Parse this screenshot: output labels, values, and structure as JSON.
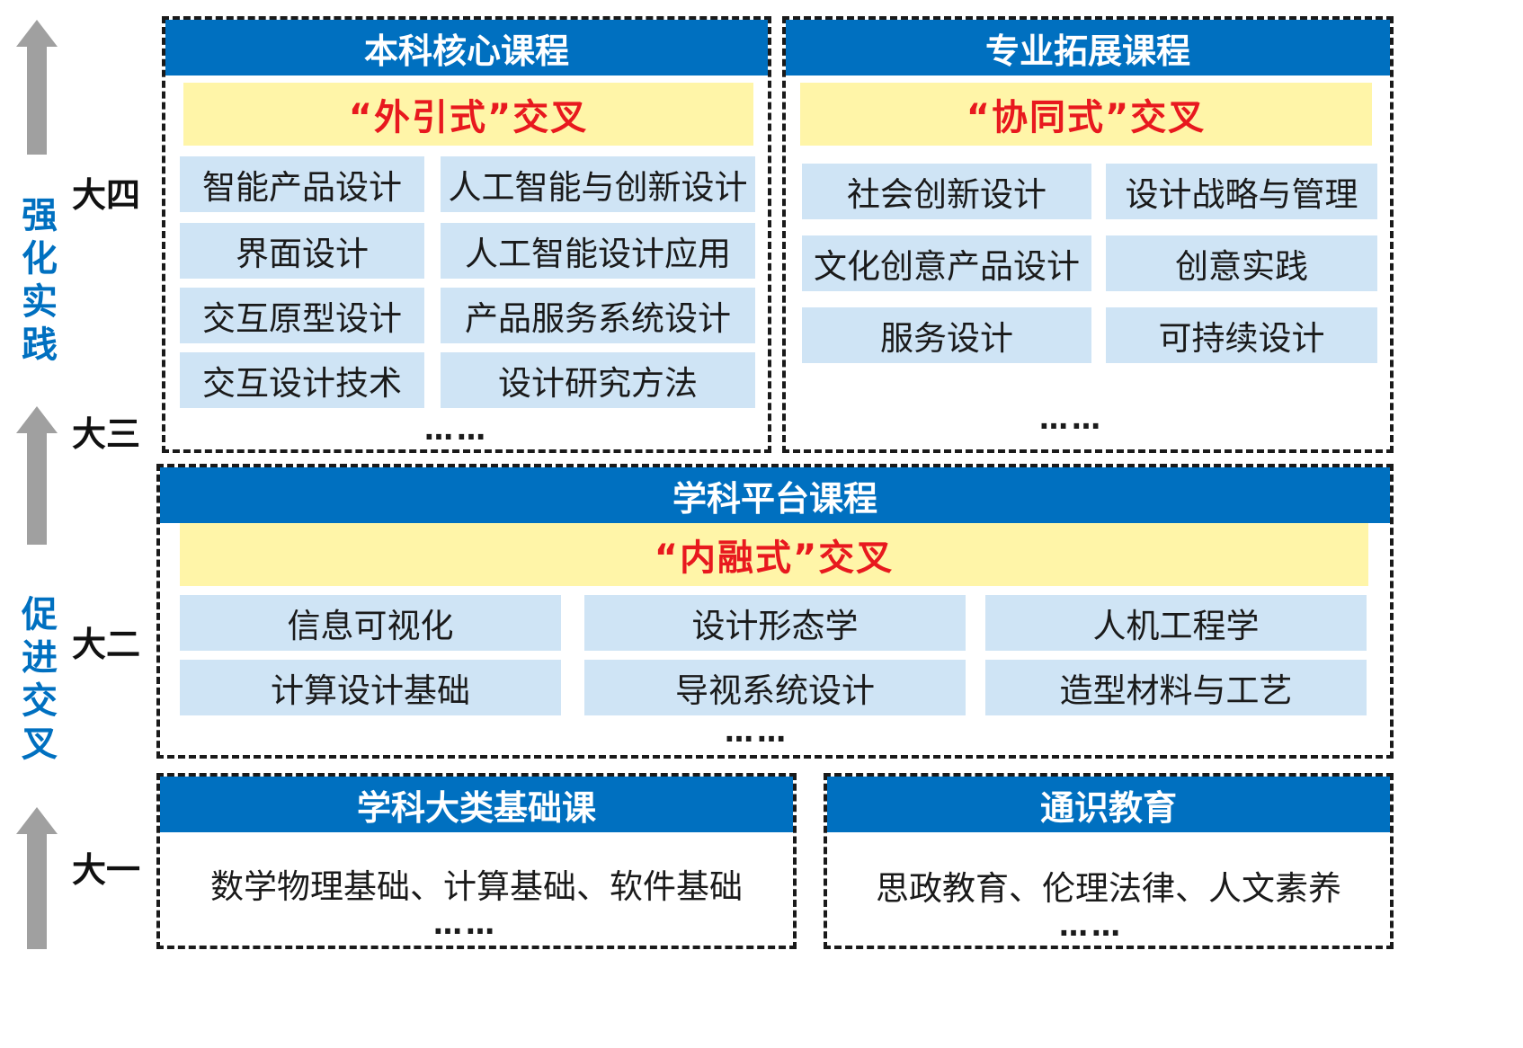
{
  "side": {
    "years": [
      "大四",
      "大三",
      "大二",
      "大一"
    ],
    "phase_top": "强化实践",
    "phase_bottom": "促进交叉",
    "arrow_color": "#a0a0a0"
  },
  "core": {
    "title": "本科核心课程",
    "banner": "“外引式”交叉",
    "items": [
      "智能产品设计",
      "人工智能与创新设计",
      "界面设计",
      "人工智能设计应用",
      "交互原型设计",
      "产品服务系统设计",
      "交互设计技术",
      "设计研究方法"
    ],
    "more": "……"
  },
  "extend": {
    "title": "专业拓展课程",
    "banner": "“协同式”交叉",
    "items": [
      "社会创新设计",
      "设计战略与管理",
      "文化创意产品设计",
      "创意实践",
      "服务设计",
      "可持续设计"
    ],
    "more": "……"
  },
  "platform": {
    "title": "学科平台课程",
    "banner": "“内融式”交叉",
    "items": [
      "信息可视化",
      "设计形态学",
      "人机工程学",
      "计算设计基础",
      "导视系统设计",
      "造型材料与工艺"
    ],
    "more": "……"
  },
  "foundation": {
    "title": "学科大类基础课",
    "content": "数学物理基础、计算基础、软件基础",
    "more": "……"
  },
  "general": {
    "title": "通识教育",
    "content": "思政教育、伦理法律、人文素养",
    "more": "……"
  },
  "colors": {
    "header_blue": "#0070c0",
    "cell_blue": "#cfe4f5",
    "banner_yellow": "#fff5a8",
    "banner_red": "#e8191e"
  }
}
